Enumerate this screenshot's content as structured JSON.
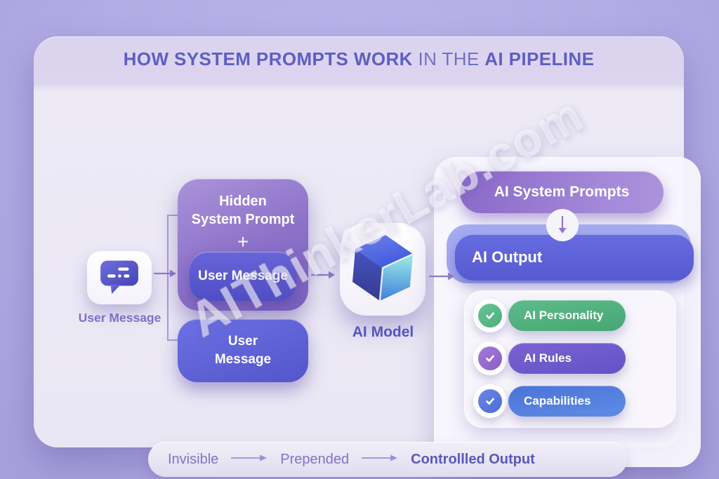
{
  "title": {
    "part1": "HOW SYSTEM PROMPTS WORK",
    "part2": " IN THE ",
    "part3": "AI PIPELINE"
  },
  "watermark": {
    "text": "AIThinkerLab.com"
  },
  "flow": {
    "user_message_label": "User Message",
    "hidden_box": {
      "line1": "Hidden",
      "line2": "System Prompt",
      "plus": "+",
      "nested_label": "User Message"
    },
    "user_box": {
      "line1": "User",
      "line2": "Message"
    },
    "ai_model_label": "AI Model"
  },
  "output_panel": {
    "system_prompts_label": "AI System Prompts",
    "ai_output_label": "AI Output",
    "items": [
      {
        "label": "AI Personality",
        "color": "#4fae7e"
      },
      {
        "label": "AI Rules",
        "color": "#6c59cd"
      },
      {
        "label": "Capabilities",
        "color": "#5180dd"
      }
    ]
  },
  "footer": {
    "steps": [
      "Invisible",
      "Prepended",
      "Controllled Output"
    ]
  },
  "colors": {
    "background": "#b2ace4",
    "card": "#eae7f4",
    "title_text": "#5e5ec5",
    "purple_box": "#8d72c9",
    "indigo_pill": "#575ad0",
    "green": "#4fae7e",
    "purple": "#6c59cd",
    "blue": "#5180dd",
    "arrow": "#8d7cc9"
  }
}
